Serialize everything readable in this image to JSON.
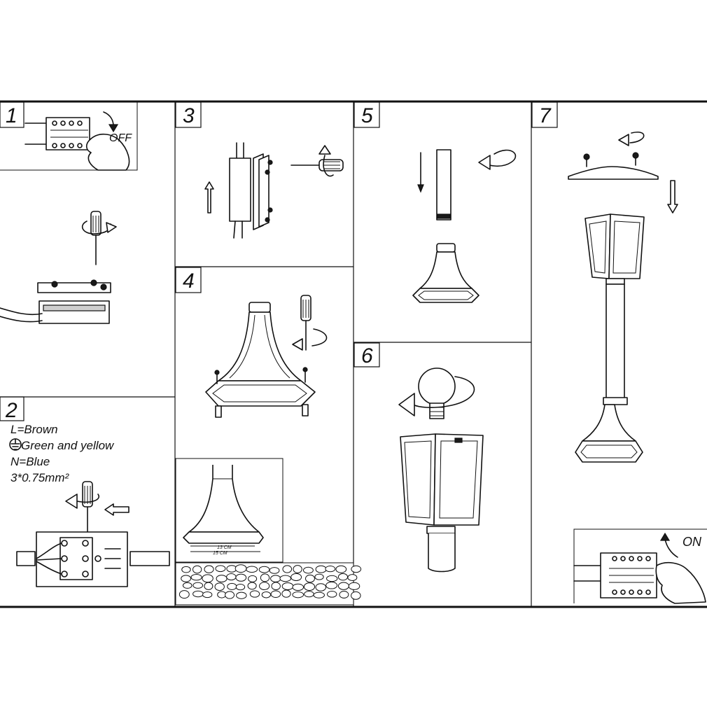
{
  "steps": [
    {
      "number": "1",
      "label": "OFF"
    },
    {
      "number": "2",
      "lines": [
        "L=Brown",
        "Green and yellow",
        "N=Blue",
        "3*0.75mm²"
      ]
    },
    {
      "number": "3"
    },
    {
      "number": "4",
      "dimensions": [
        "13 CM",
        "15 CM"
      ]
    },
    {
      "number": "5"
    },
    {
      "number": "6"
    },
    {
      "number": "7",
      "label": "ON"
    }
  ],
  "icons": [
    "screwdriver-icon",
    "rotate-arrow-icon",
    "down-arrow-icon",
    "up-arrow-icon",
    "ground-symbol-icon",
    "bulb-icon",
    "hand-icon",
    "terminal-block-icon"
  ]
}
